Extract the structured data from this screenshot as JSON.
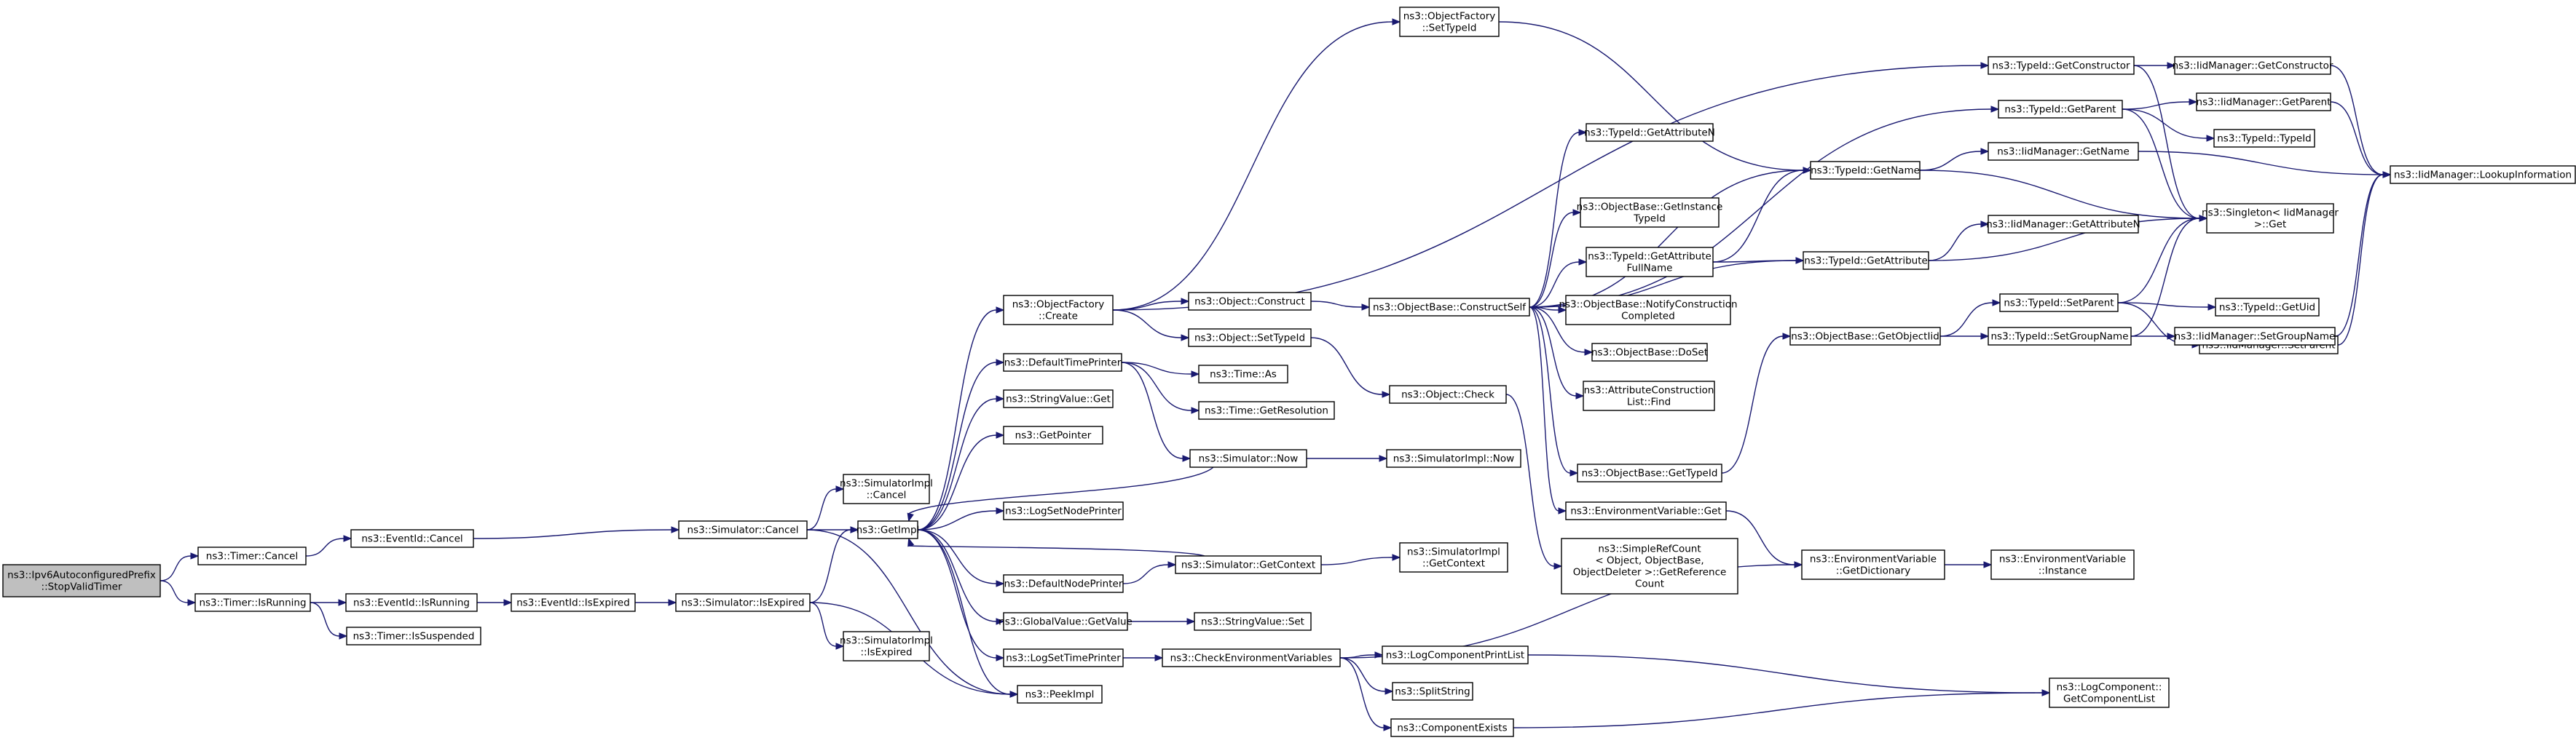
{
  "colors": {
    "edge": "#191970",
    "root_fill": "#bfbfbf",
    "node_fill": "#ffffff",
    "node_border": "#000000"
  },
  "nodes": [
    {
      "id": "n0",
      "lines": [
        "ns3::Ipv6AutoconfiguredPrefix",
        "::StopValidTimer"
      ],
      "root": true
    },
    {
      "id": "n1",
      "lines": [
        "ns3::Timer::Cancel"
      ]
    },
    {
      "id": "n2",
      "lines": [
        "ns3::Timer::IsRunning"
      ]
    },
    {
      "id": "n3",
      "lines": [
        "ns3::EventId::Cancel"
      ]
    },
    {
      "id": "n4",
      "lines": [
        "ns3::EventId::IsRunning"
      ]
    },
    {
      "id": "n5",
      "lines": [
        "ns3::Timer::IsSuspended"
      ]
    },
    {
      "id": "n6",
      "lines": [
        "ns3::EventId::IsExpired"
      ]
    },
    {
      "id": "n7",
      "lines": [
        "ns3::Simulator::Cancel"
      ]
    },
    {
      "id": "n8",
      "lines": [
        "ns3::Simulator::IsExpired"
      ]
    },
    {
      "id": "n9",
      "lines": [
        "ns3::SimulatorImpl",
        "::Cancel"
      ]
    },
    {
      "id": "n10",
      "lines": [
        "ns3::SimulatorImpl",
        "::IsExpired"
      ]
    },
    {
      "id": "n11",
      "lines": [
        "ns3::GetImpl"
      ]
    },
    {
      "id": "n12",
      "lines": [
        "ns3::PeekImpl"
      ]
    },
    {
      "id": "n13",
      "lines": [
        "ns3::ObjectFactory",
        "::Create"
      ]
    },
    {
      "id": "n14",
      "lines": [
        "ns3::DefaultTimePrinter"
      ]
    },
    {
      "id": "n15",
      "lines": [
        "ns3::StringValue::Get"
      ]
    },
    {
      "id": "n16",
      "lines": [
        "ns3::GetPointer"
      ]
    },
    {
      "id": "n17",
      "lines": [
        "ns3::LogSetNodePrinter"
      ]
    },
    {
      "id": "n18",
      "lines": [
        "ns3::DefaultNodePrinter"
      ]
    },
    {
      "id": "n19",
      "lines": [
        "ns3::GlobalValue::GetValue"
      ]
    },
    {
      "id": "n20",
      "lines": [
        "ns3::LogSetTimePrinter"
      ]
    },
    {
      "id": "n21",
      "lines": [
        "ns3::ObjectFactory",
        "::SetTypeId"
      ]
    },
    {
      "id": "n22",
      "lines": [
        "ns3::Object::Construct"
      ]
    },
    {
      "id": "n23",
      "lines": [
        "ns3::Object::SetTypeId"
      ]
    },
    {
      "id": "n24",
      "lines": [
        "ns3::Time::As"
      ]
    },
    {
      "id": "n25",
      "lines": [
        "ns3::Time::GetResolution"
      ]
    },
    {
      "id": "n26",
      "lines": [
        "ns3::Simulator::Now"
      ]
    },
    {
      "id": "n27",
      "lines": [
        "ns3::Simulator::GetContext"
      ]
    },
    {
      "id": "n28",
      "lines": [
        "ns3::StringValue::Set"
      ]
    },
    {
      "id": "n29",
      "lines": [
        "ns3::CheckEnvironmentVariables"
      ]
    },
    {
      "id": "n30",
      "lines": [
        "ns3::ObjectBase::ConstructSelf"
      ]
    },
    {
      "id": "n31",
      "lines": [
        "ns3::Object::Check"
      ]
    },
    {
      "id": "n32",
      "lines": [
        "ns3::SimulatorImpl::Now"
      ]
    },
    {
      "id": "n33",
      "lines": [
        "ns3::SimulatorImpl",
        "::GetContext"
      ]
    },
    {
      "id": "n34",
      "lines": [
        "ns3::LogComponentPrintList"
      ]
    },
    {
      "id": "n35",
      "lines": [
        "ns3::SplitString"
      ]
    },
    {
      "id": "n36",
      "lines": [
        "ns3::ComponentExists"
      ]
    },
    {
      "id": "n37",
      "lines": [
        "ns3::TypeId::GetAttributeN"
      ]
    },
    {
      "id": "n38",
      "lines": [
        "ns3::ObjectBase::GetInstance",
        "TypeId"
      ]
    },
    {
      "id": "n39",
      "lines": [
        "ns3::TypeId::GetAttribute",
        "FullName"
      ]
    },
    {
      "id": "n40",
      "lines": [
        "ns3::ObjectBase::NotifyConstruction",
        "Completed"
      ]
    },
    {
      "id": "n41",
      "lines": [
        "ns3::ObjectBase::DoSet"
      ]
    },
    {
      "id": "n42",
      "lines": [
        "ns3::AttributeConstruction",
        "List::Find"
      ]
    },
    {
      "id": "n43",
      "lines": [
        "ns3::ObjectBase::GetTypeId"
      ]
    },
    {
      "id": "n44",
      "lines": [
        "ns3::EnvironmentVariable::Get"
      ]
    },
    {
      "id": "n45",
      "lines": [
        "ns3::SimpleRefCount",
        "< Object, ObjectBase,",
        "ObjectDeleter >::GetReference",
        "Count"
      ]
    },
    {
      "id": "n46",
      "lines": [
        "ns3::TypeId::GetName"
      ]
    },
    {
      "id": "n47",
      "lines": [
        "ns3::TypeId::GetAttribute"
      ]
    },
    {
      "id": "n48",
      "lines": [
        "ns3::ObjectBase::GetObjectIid"
      ]
    },
    {
      "id": "n49",
      "lines": [
        "ns3::EnvironmentVariable",
        "::GetDictionary"
      ]
    },
    {
      "id": "n50",
      "lines": [
        "ns3::LogComponent::",
        "GetComponentList"
      ]
    },
    {
      "id": "n51",
      "lines": [
        "ns3::TypeId::GetConstructor"
      ]
    },
    {
      "id": "n52",
      "lines": [
        "ns3::TypeId::GetParent"
      ]
    },
    {
      "id": "n53",
      "lines": [
        "ns3::IidManager::GetName"
      ]
    },
    {
      "id": "n54",
      "lines": [
        "ns3::IidManager::GetAttributeN"
      ]
    },
    {
      "id": "n55",
      "lines": [
        "ns3::TypeId::SetParent"
      ]
    },
    {
      "id": "n56",
      "lines": [
        "ns3::TypeId::SetGroupName"
      ]
    },
    {
      "id": "n57",
      "lines": [
        "ns3::EnvironmentVariable",
        "::Instance"
      ]
    },
    {
      "id": "n58",
      "lines": [
        "ns3::IidManager::GetConstructor"
      ]
    },
    {
      "id": "n59",
      "lines": [
        "ns3::IidManager::GetParent"
      ]
    },
    {
      "id": "n60",
      "lines": [
        "ns3::TypeId::TypeId"
      ]
    },
    {
      "id": "n61",
      "lines": [
        "ns3::Singleton< IidManager",
        " >::Get"
      ]
    },
    {
      "id": "n62",
      "lines": [
        "ns3::TypeId::GetUid"
      ]
    },
    {
      "id": "n63",
      "lines": [
        "ns3::IidManager::SetParent"
      ]
    },
    {
      "id": "n64",
      "lines": [
        "ns3::IidManager::SetGroupName"
      ]
    },
    {
      "id": "n65",
      "lines": [
        "ns3::IidManager::LookupInformation"
      ]
    }
  ],
  "edges": [
    [
      "n0",
      "n1"
    ],
    [
      "n0",
      "n2"
    ],
    [
      "n1",
      "n3"
    ],
    [
      "n3",
      "n7"
    ],
    [
      "n7",
      "n9"
    ],
    [
      "n7",
      "n11"
    ],
    [
      "n7",
      "n12"
    ],
    [
      "n2",
      "n4"
    ],
    [
      "n2",
      "n5"
    ],
    [
      "n4",
      "n6"
    ],
    [
      "n6",
      "n8"
    ],
    [
      "n8",
      "n10"
    ],
    [
      "n8",
      "n11"
    ],
    [
      "n8",
      "n12"
    ],
    [
      "n11",
      "n13"
    ],
    [
      "n11",
      "n14"
    ],
    [
      "n11",
      "n15"
    ],
    [
      "n11",
      "n16"
    ],
    [
      "n11",
      "n17"
    ],
    [
      "n11",
      "n18"
    ],
    [
      "n11",
      "n19"
    ],
    [
      "n11",
      "n20"
    ],
    [
      "n11",
      "n12"
    ],
    [
      "n13",
      "n21"
    ],
    [
      "n13",
      "n22"
    ],
    [
      "n13",
      "n23"
    ],
    [
      "n13",
      "n51"
    ],
    [
      "n14",
      "n24"
    ],
    [
      "n14",
      "n25"
    ],
    [
      "n14",
      "n26"
    ],
    [
      "n26",
      "n11"
    ],
    [
      "n26",
      "n32"
    ],
    [
      "n18",
      "n27"
    ],
    [
      "n27",
      "n11"
    ],
    [
      "n27",
      "n33"
    ],
    [
      "n19",
      "n28"
    ],
    [
      "n20",
      "n29"
    ],
    [
      "n29",
      "n34"
    ],
    [
      "n29",
      "n35"
    ],
    [
      "n29",
      "n36"
    ],
    [
      "n29",
      "n49"
    ],
    [
      "n34",
      "n50"
    ],
    [
      "n36",
      "n50"
    ],
    [
      "n21",
      "n46"
    ],
    [
      "n22",
      "n30"
    ],
    [
      "n23",
      "n31"
    ],
    [
      "n31",
      "n45"
    ],
    [
      "n30",
      "n37"
    ],
    [
      "n30",
      "n38"
    ],
    [
      "n30",
      "n39"
    ],
    [
      "n30",
      "n40"
    ],
    [
      "n30",
      "n41"
    ],
    [
      "n30",
      "n42"
    ],
    [
      "n30",
      "n43"
    ],
    [
      "n30",
      "n44"
    ],
    [
      "n30",
      "n46"
    ],
    [
      "n30",
      "n47"
    ],
    [
      "n30",
      "n52"
    ],
    [
      "n43",
      "n48"
    ],
    [
      "n44",
      "n49"
    ],
    [
      "n49",
      "n57"
    ],
    [
      "n39",
      "n46"
    ],
    [
      "n39",
      "n47"
    ],
    [
      "n46",
      "n53"
    ],
    [
      "n46",
      "n61"
    ],
    [
      "n53",
      "n65"
    ],
    [
      "n47",
      "n54"
    ],
    [
      "n47",
      "n61"
    ],
    [
      "n48",
      "n55"
    ],
    [
      "n48",
      "n56"
    ],
    [
      "n55",
      "n62"
    ],
    [
      "n55",
      "n63"
    ],
    [
      "n55",
      "n61"
    ],
    [
      "n56",
      "n64"
    ],
    [
      "n56",
      "n61"
    ],
    [
      "n51",
      "n58"
    ],
    [
      "n51",
      "n61"
    ],
    [
      "n52",
      "n59"
    ],
    [
      "n52",
      "n60"
    ],
    [
      "n52",
      "n61"
    ],
    [
      "n58",
      "n65"
    ],
    [
      "n59",
      "n65"
    ],
    [
      "n63",
      "n65"
    ],
    [
      "n64",
      "n65"
    ]
  ]
}
